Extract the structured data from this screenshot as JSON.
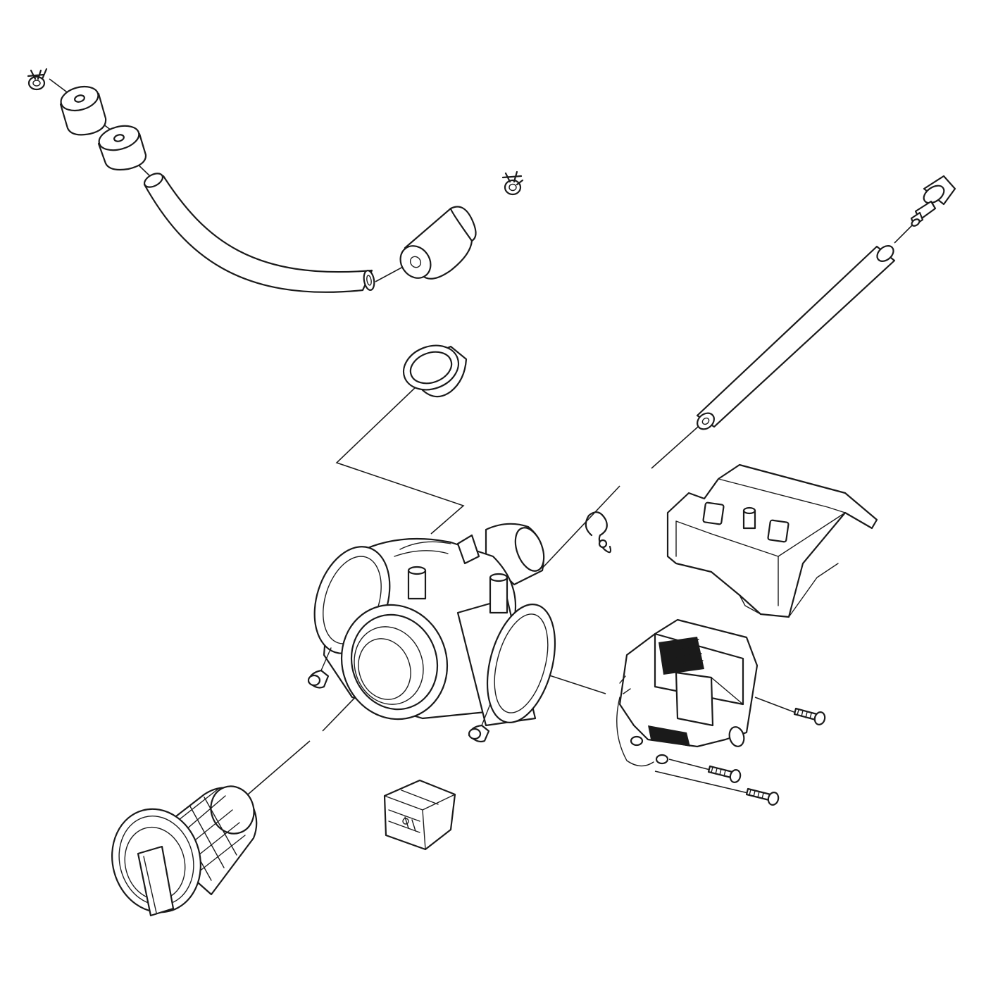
{
  "diagram": {
    "type": "exploded-parts-view",
    "colors": {
      "line": "#1a1a1a",
      "background": "#ffffff"
    },
    "parts": [
      {
        "name": "hose-clip-top-left",
        "icon": "spring-clip-icon"
      },
      {
        "name": "ferrite-ring-1",
        "icon": "ring-icon"
      },
      {
        "name": "ferrite-ring-2",
        "icon": "ring-icon"
      },
      {
        "name": "curved-drain-hose",
        "icon": "hose-icon"
      },
      {
        "name": "hose-end-sleeve",
        "icon": "sleeve-icon"
      },
      {
        "name": "hose-clip-middle",
        "icon": "spring-clip-icon"
      },
      {
        "name": "pressure-nozzle",
        "icon": "nozzle-icon"
      },
      {
        "name": "long-tube",
        "icon": "tube-icon"
      },
      {
        "name": "sealing-ring",
        "icon": "ring-icon"
      },
      {
        "name": "spring-clip-small",
        "icon": "spring-clip-icon"
      },
      {
        "name": "pump-cover",
        "icon": "cover-icon"
      },
      {
        "name": "pump-housing",
        "icon": "pump-housing-icon"
      },
      {
        "name": "pump-motor",
        "icon": "motor-icon"
      },
      {
        "name": "screw-1",
        "icon": "screw-icon"
      },
      {
        "name": "screw-2",
        "icon": "screw-icon"
      },
      {
        "name": "screw-3",
        "icon": "screw-icon"
      },
      {
        "name": "connector-block",
        "icon": "connector-icon"
      },
      {
        "name": "pump-filter",
        "icon": "filter-icon"
      }
    ]
  }
}
